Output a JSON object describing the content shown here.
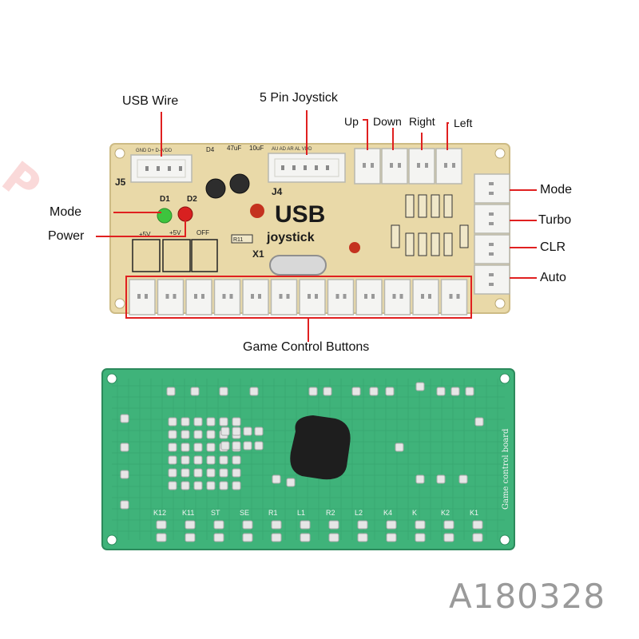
{
  "top_board": {
    "title": "USB",
    "subtitle": "joystick",
    "connector_labels": {
      "j5": "J5",
      "j4": "J4",
      "d1": "D1",
      "d2": "D2",
      "d4": "D4",
      "x1": "X1",
      "r11": "R11",
      "c47": "47uF",
      "c10": "10uF",
      "plus5v_a": "+5V",
      "plus5v_b": "+5V",
      "off": "OFF",
      "j5_pins": "GND D+ D- VDD",
      "j4_pins": "AU AD AR AL VDD"
    },
    "button_count": 12
  },
  "callouts": {
    "usb_wire": "USB Wire",
    "pin_joystick": "5 Pin Joystick",
    "up": "Up",
    "down": "Down",
    "right": "Right",
    "left": "Left",
    "mode_right": "Mode",
    "turbo": "Turbo",
    "clr": "CLR",
    "auto": "Auto",
    "mode_left": "Mode",
    "power": "Power",
    "game_buttons": "Game Control Buttons"
  },
  "bottom_board": {
    "side_text": "Game control board",
    "pad_labels": [
      "K12",
      "K11",
      "ST",
      "SE",
      "R1",
      "L1",
      "R2",
      "L2",
      "K4",
      "K",
      "K2",
      "K1"
    ]
  },
  "product_code": "A180328",
  "colors": {
    "pcb_top": "#e9d9a8",
    "pcb_bottom": "#3fb37a",
    "connector": "#f4f4f2",
    "callout_box": "#e02020",
    "led_green": "#3ec43e",
    "led_red": "#d82020"
  }
}
